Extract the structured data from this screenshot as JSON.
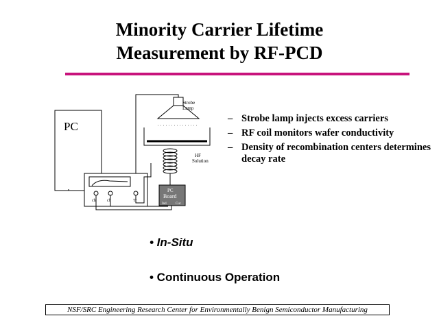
{
  "title": {
    "line1": "Minority Carrier Lifetime",
    "line2": "Measurement by RF-PCD"
  },
  "colors": {
    "accent_rule": "#c8137c"
  },
  "diagram": {
    "pc_label": "PC",
    "strobe_label_1": "Strobe",
    "strobe_label_2": "Lamp",
    "hf_label_1": "HF",
    "hf_label_2": "Solution",
    "board_label_1": "PC",
    "board_label_2": "Board",
    "board_port_1": "Ind",
    "board_port_2": "Cur",
    "scope_port_1": "ch",
    "scope_port_2": "ch",
    "scope_port_3": "Tr"
  },
  "bullets": [
    "Strobe lamp injects excess carriers",
    "RF coil monitors wafer conductivity",
    "Density of recombination centers determines decay rate"
  ],
  "bullet_marker": "–",
  "points": [
    "• In-Situ",
    "• Continuous Operation"
  ],
  "footer": "NSF/SRC Engineering Research Center for Environmentally Benign Semiconductor Manufacturing"
}
